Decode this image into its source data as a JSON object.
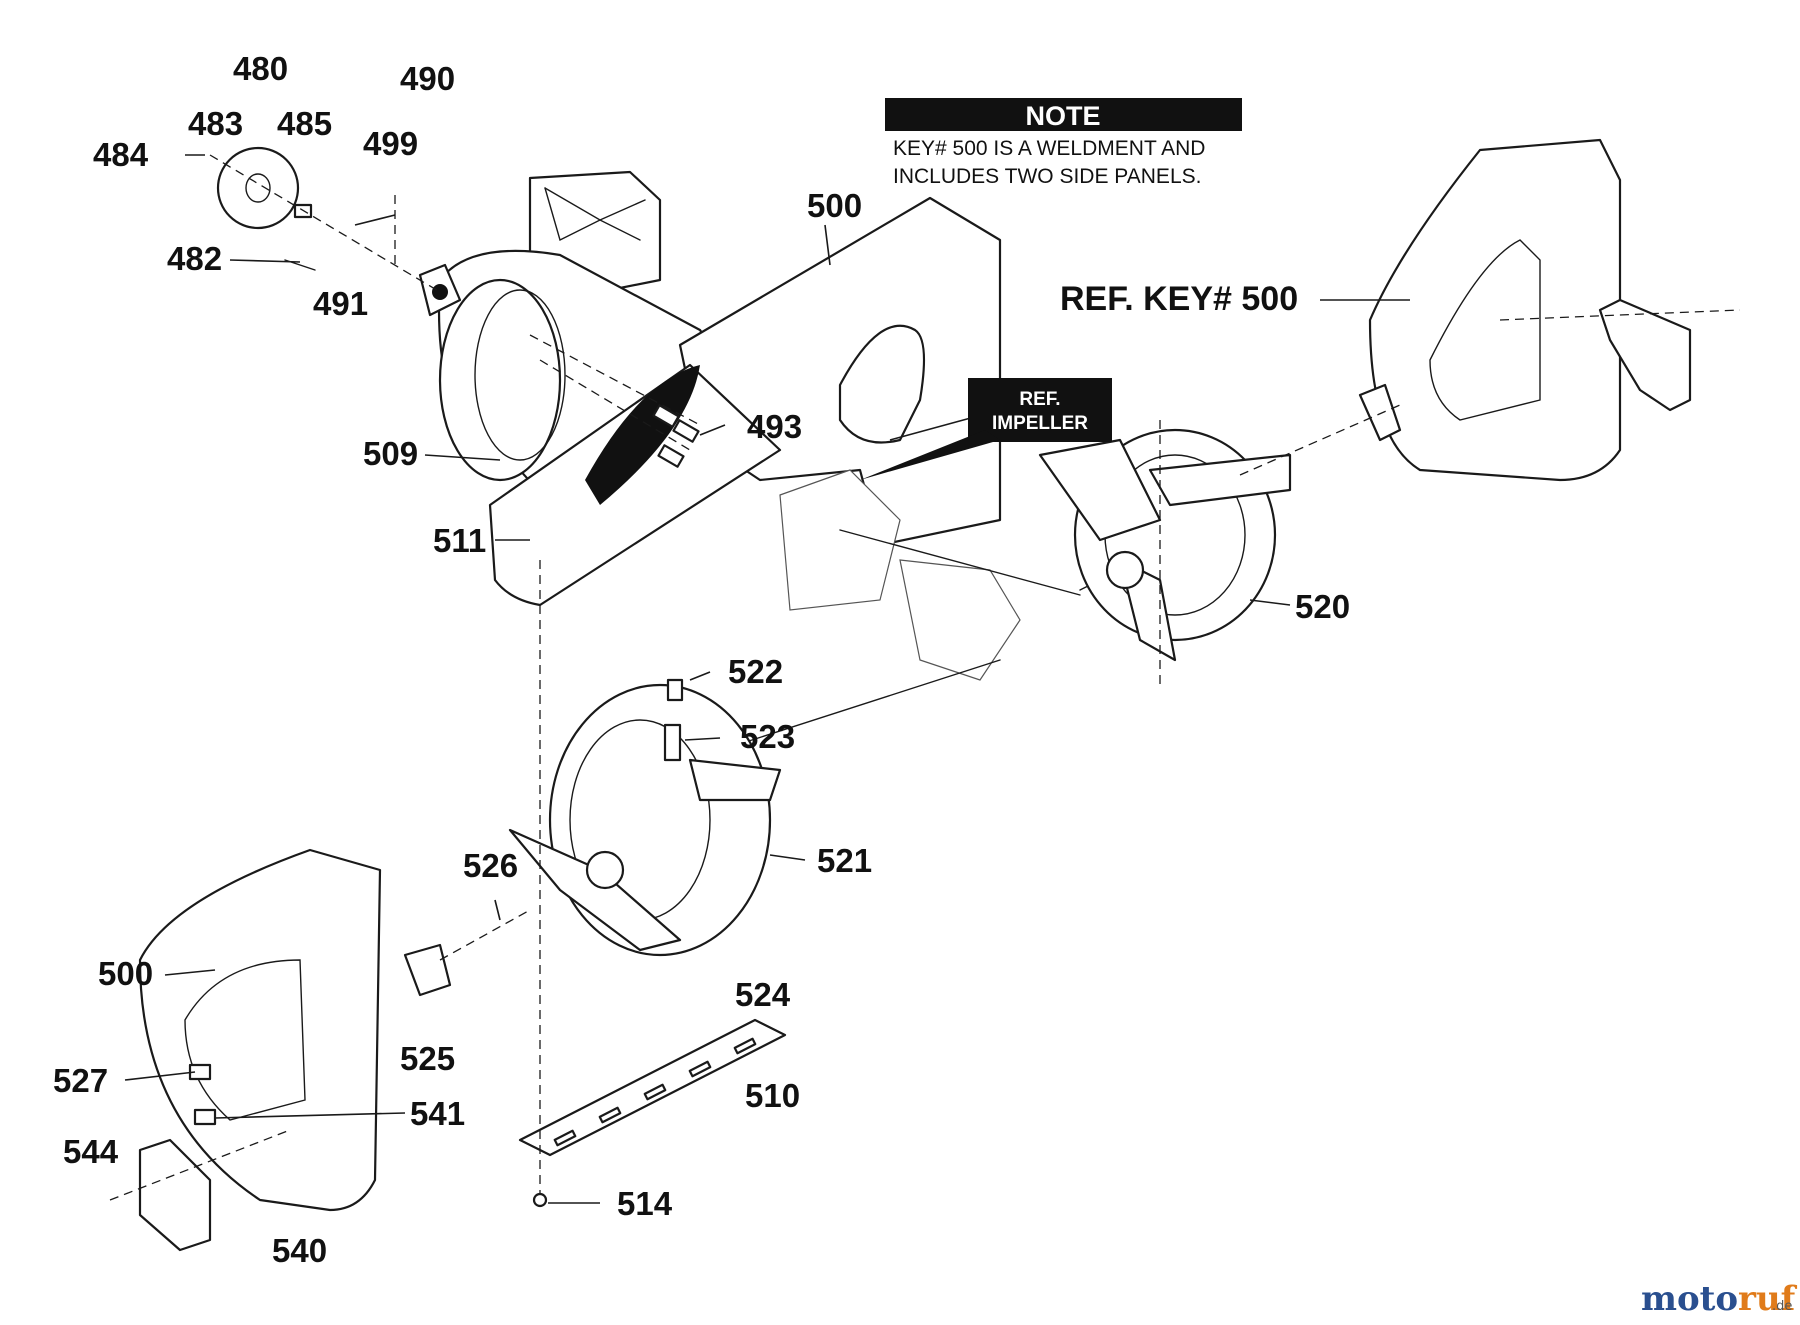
{
  "note": {
    "heading": "NOTE",
    "line1": "KEY# 500 IS A WELDMENT AND",
    "line2": "INCLUDES TWO SIDE PANELS."
  },
  "ref_impeller": {
    "line1": "REF.",
    "line2": "IMPELLER"
  },
  "ref_key": "REF. KEY# 500",
  "callouts": {
    "c480": "480",
    "c483": "483",
    "c485": "485",
    "c484": "484",
    "c490": "490",
    "c499": "499",
    "c482": "482",
    "c491": "491",
    "c500_top": "500",
    "c493": "493",
    "c509": "509",
    "c511": "511",
    "c520": "520",
    "c522": "522",
    "c523": "523",
    "c526": "526",
    "c521": "521",
    "c500_left": "500",
    "c524": "524",
    "c525": "525",
    "c527": "527",
    "c541": "541",
    "c510": "510",
    "c544": "544",
    "c514": "514",
    "c540": "540"
  },
  "watermark": {
    "brand_a": "moto",
    "brand_b": "ruf",
    "tld": ".de",
    "color_a": "#2a4f8f",
    "color_b": "#e07b1a"
  }
}
